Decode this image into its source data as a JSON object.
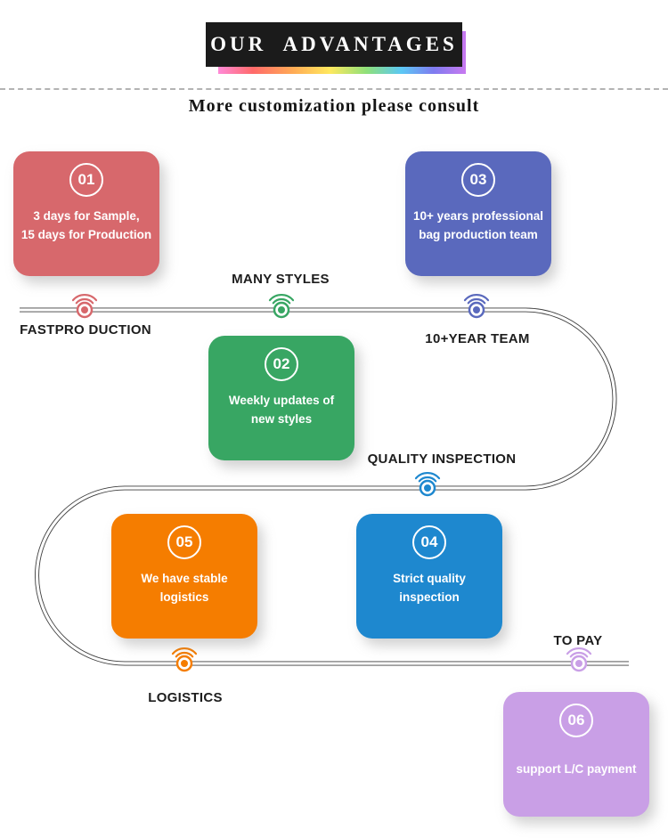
{
  "header": {
    "title": "OUR  ADVANTAGES",
    "subtitle": "More customization please consult"
  },
  "road_color": "#3d3d3d",
  "steps": [
    {
      "number": "01",
      "line1": "3 days for Sample,",
      "line2": "15 days for Production",
      "label": "FASTPRO DUCTION",
      "color": "#d7686c"
    },
    {
      "number": "02",
      "line1": "Weekly updates of",
      "line2": "new styles",
      "label": "MANY STYLES",
      "color": "#38a663"
    },
    {
      "number": "03",
      "line1": "10+ years professional",
      "line2": "bag production team",
      "label": "10+YEAR TEAM",
      "color": "#5a69bd"
    },
    {
      "number": "04",
      "line1": "Strict quality",
      "line2": "inspection",
      "label": "QUALITY INSPECTION",
      "color": "#1e88cf"
    },
    {
      "number": "05",
      "line1": "We have stable",
      "line2": "logistics",
      "label": "LOGISTICS",
      "color": "#f57d00"
    },
    {
      "number": "06",
      "line1": "support L/C payment",
      "line2": "",
      "label": "TO PAY",
      "color": "#c99fe6"
    }
  ]
}
